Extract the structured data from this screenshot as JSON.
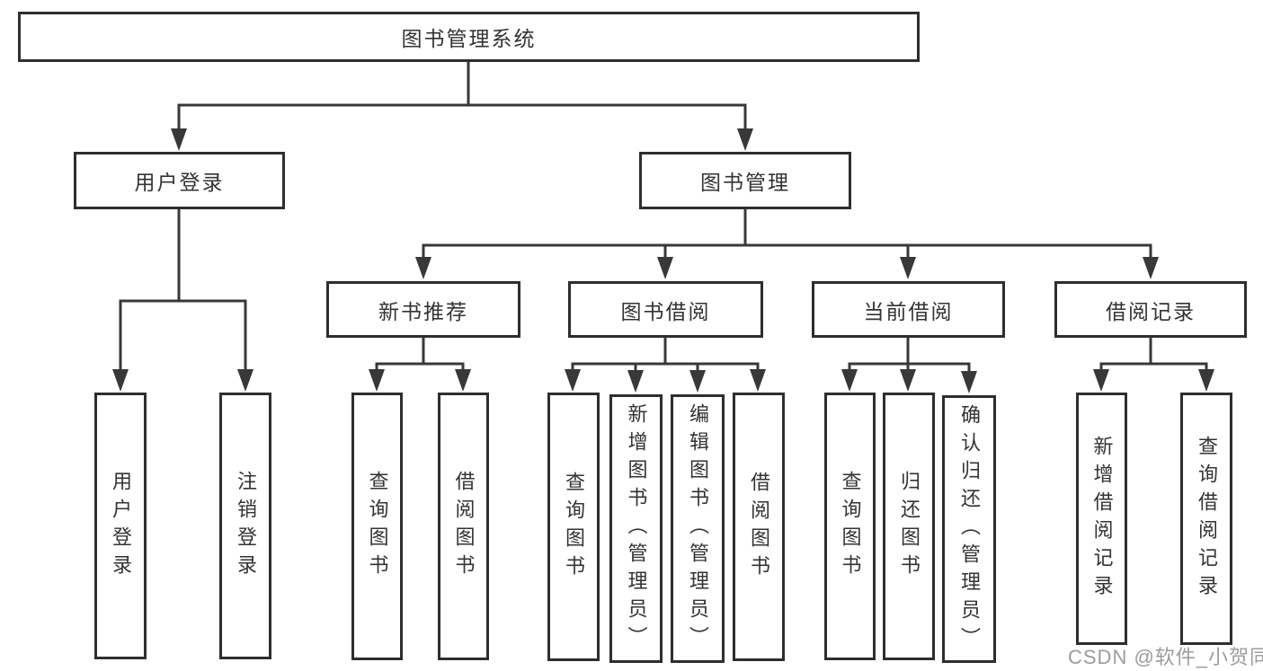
{
  "diagram_type": "tree",
  "colors": {
    "line": "#383838",
    "box_border": "#2e2e2e",
    "text": "#333333",
    "watermark": "#a09b9b",
    "background": "#ffffff"
  },
  "root": {
    "label": "图书管理系统"
  },
  "branches": {
    "user": {
      "label": "用户登录"
    },
    "book": {
      "label": "图书管理"
    }
  },
  "modules": {
    "recommend": {
      "label": "新书推荐"
    },
    "borrow": {
      "label": "图书借阅"
    },
    "current": {
      "label": "当前借阅"
    },
    "records": {
      "label": "借阅记录"
    }
  },
  "leaves": {
    "user_login": {
      "label": "用户登录"
    },
    "user_logout": {
      "label": "注销登录"
    },
    "recommend_query": {
      "label": "查询图书"
    },
    "recommend_borrow": {
      "label": "借阅图书"
    },
    "borrow_query": {
      "label": "查询图书"
    },
    "borrow_add": {
      "label": "新增图书（管理员）"
    },
    "borrow_edit": {
      "label": "编辑图书（管理员）"
    },
    "borrow_lend": {
      "label": "借阅图书"
    },
    "current_query": {
      "label": "查询图书"
    },
    "current_return": {
      "label": "归还图书"
    },
    "current_confirm": {
      "label": "确认归还（管理员）"
    },
    "records_add": {
      "label": "新增借阅记录"
    },
    "records_query": {
      "label": "查询借阅记录"
    }
  },
  "watermark": {
    "text": "CSDN @软件_小贺同学"
  }
}
